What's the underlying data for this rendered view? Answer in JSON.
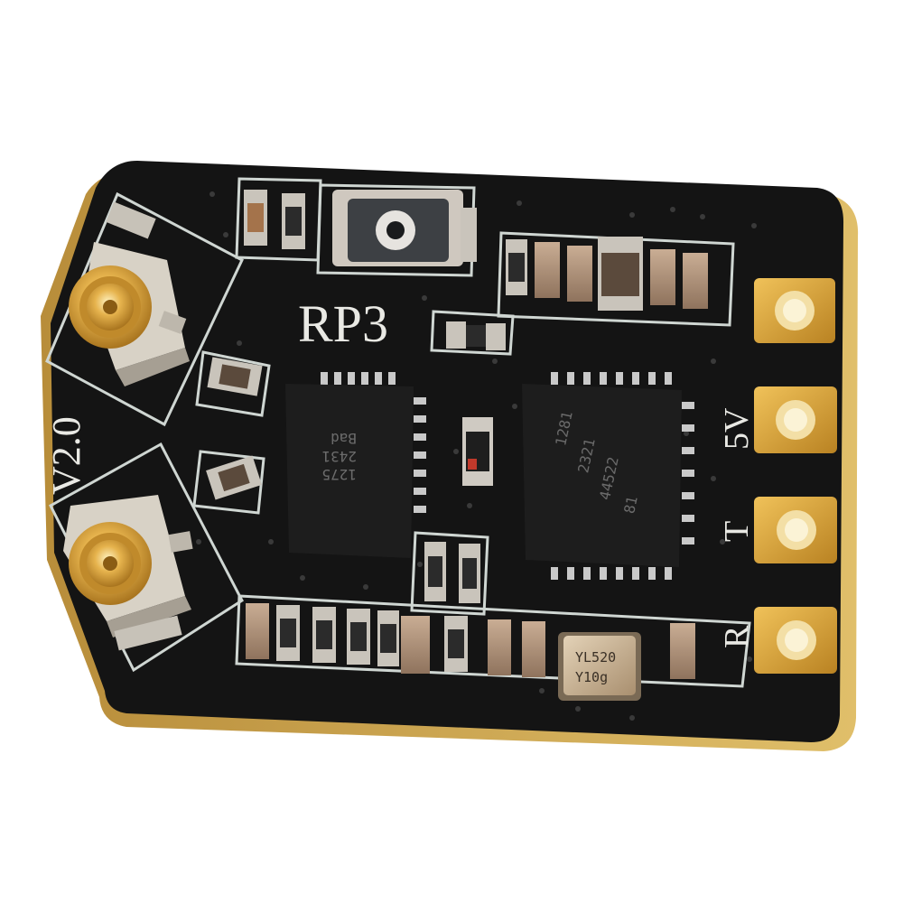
{
  "board": {
    "model_label": "RP3",
    "version_label": "V2.0",
    "pads": [
      {
        "label": ""
      },
      {
        "label": "5V"
      },
      {
        "label": "T"
      },
      {
        "label": "R"
      }
    ]
  },
  "chips": {
    "left_marking": [
      "Bad",
      "2431",
      "1275"
    ],
    "right_marking": [
      "1281",
      "2321",
      "44522",
      "81"
    ]
  },
  "crystal": {
    "marking": [
      "YL520",
      "Y10g"
    ]
  },
  "colors": {
    "background": "#ffffff",
    "pcb": "#141414",
    "pcb_edge": "#c9a24a",
    "silkscreen": "#e9e9e4",
    "gold_pad": "#d9a640",
    "chip_body": "#1d1d1d"
  }
}
